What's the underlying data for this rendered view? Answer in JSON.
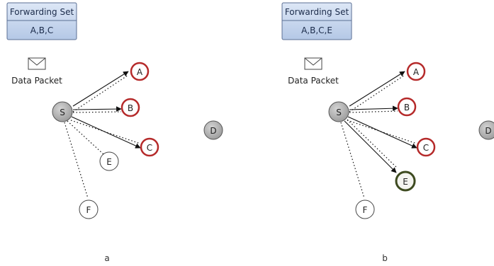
{
  "panels": [
    {
      "id": "a",
      "caption": "a",
      "forwarding_set": {
        "title": "Forwarding Set",
        "value": "A,B,C"
      },
      "packet_label": "Data Packet",
      "nodes": [
        {
          "id": "S",
          "label": "S",
          "style": "source"
        },
        {
          "id": "A",
          "label": "A",
          "style": "forwarder"
        },
        {
          "id": "B",
          "label": "B",
          "style": "forwarder"
        },
        {
          "id": "C",
          "label": "C",
          "style": "forwarder"
        },
        {
          "id": "D",
          "label": "D",
          "style": "unreachable"
        },
        {
          "id": "E",
          "label": "E",
          "style": "plain"
        },
        {
          "id": "F",
          "label": "F",
          "style": "plain"
        }
      ]
    },
    {
      "id": "b",
      "caption": "b",
      "forwarding_set": {
        "title": "Forwarding Set",
        "value": "A,B,C,E"
      },
      "packet_label": "Data Packet",
      "nodes": [
        {
          "id": "S",
          "label": "S",
          "style": "source"
        },
        {
          "id": "A",
          "label": "A",
          "style": "forwarder"
        },
        {
          "id": "B",
          "label": "B",
          "style": "forwarder"
        },
        {
          "id": "C",
          "label": "C",
          "style": "forwarder"
        },
        {
          "id": "D",
          "label": "D",
          "style": "unreachable"
        },
        {
          "id": "E",
          "label": "E",
          "style": "added-forwarder"
        },
        {
          "id": "F",
          "label": "F",
          "style": "plain"
        }
      ]
    }
  ],
  "colors": {
    "box_fill_top": "#d7e3f4",
    "box_fill_bottom": "#b9cde9",
    "box_stroke": "#5b6f94",
    "source_fill": "#b8b8b8",
    "forwarder_ring": "#b52a2a",
    "added_ring": "#3d4a1f",
    "plain_stroke": "#444444",
    "edge": "#111111"
  }
}
